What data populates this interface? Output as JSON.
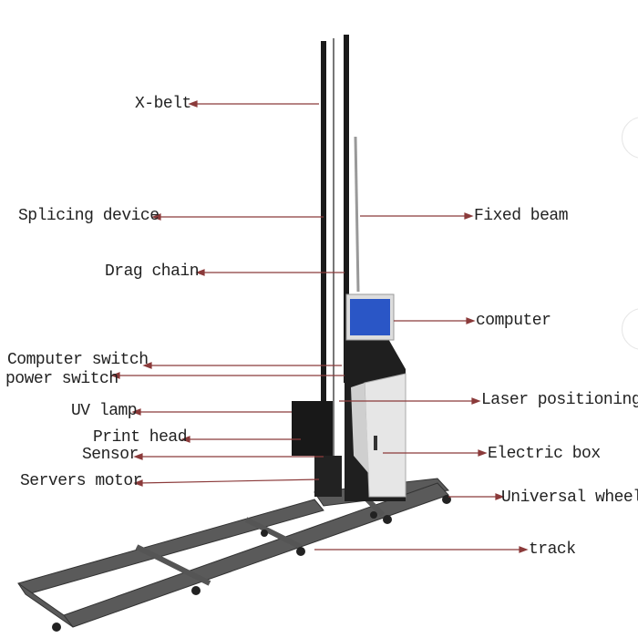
{
  "labels": {
    "x_belt": "X-belt",
    "splicing_device": "Splicing device",
    "fixed_beam": "Fixed beam",
    "drag_chain": "Drag chain",
    "computer": "computer",
    "computer_switch": "Computer switch",
    "power_switch": "power switch",
    "uv_lamp": "UV lamp",
    "laser_positioning": "Laser positioning",
    "print_head": "Print head",
    "sensor": "Sensor",
    "electric_box": "Electric box",
    "servers_motor": "Servers motor",
    "universal_wheel": "Universal wheel",
    "track": "track"
  },
  "colors": {
    "line": "#8b3a3a",
    "frame": "#1a1a1a",
    "box": "#e8e8e8",
    "screen": "#2a56c6"
  }
}
